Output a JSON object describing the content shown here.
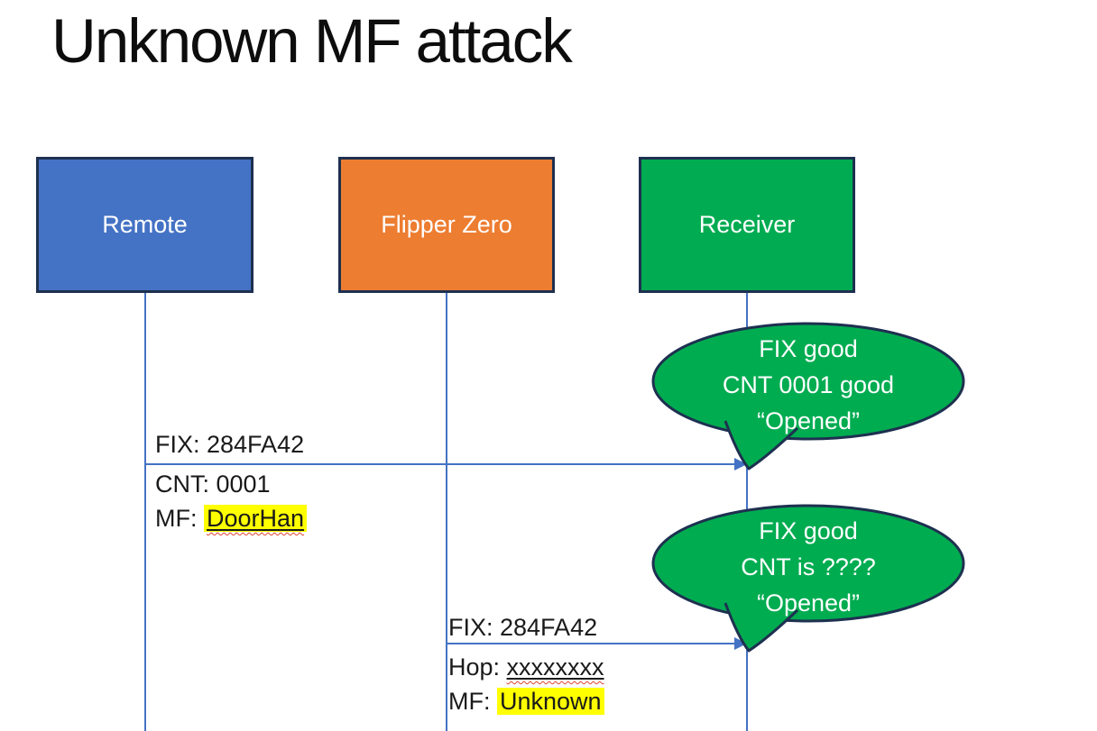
{
  "slide": {
    "title": "Unknown MF attack"
  },
  "actors": [
    {
      "label": "Remote",
      "color": "#4472C4"
    },
    {
      "label": "Flipper Zero",
      "color": "#ED7D31"
    },
    {
      "label": "Receiver",
      "color": "#00AB51"
    }
  ],
  "messages": [
    {
      "from": "Remote",
      "to": "Receiver",
      "label_above": "FIX: 284FA42",
      "labels_below": [
        {
          "prefix": "CNT: ",
          "value": "0001"
        },
        {
          "prefix": "MF: ",
          "value": "DoorHan"
        }
      ]
    },
    {
      "from": "Flipper Zero",
      "to": "Receiver",
      "label_above": "FIX: 284FA42",
      "labels_below": [
        {
          "prefix": "Hop: ",
          "value": "xxxxxxxx"
        },
        {
          "prefix": "MF: ",
          "value": "Unknown"
        }
      ]
    }
  ],
  "bubbles": [
    {
      "lines": [
        "FIX good",
        "CNT 0001 good",
        "“Opened”"
      ]
    },
    {
      "lines": [
        "FIX good",
        "CNT is ????",
        "“Opened”"
      ]
    }
  ],
  "colors": {
    "actor_remote": "#4472C4",
    "actor_flipper": "#ED7D31",
    "actor_receiver": "#00AB51",
    "bubble_fill": "#00AC50",
    "shape_border": "#1E3050",
    "line_blue": "#4472C4",
    "highlight_yellow": "#FFFF00",
    "squiggle_red": "#E0442E",
    "text_white": "#FFFFFF",
    "text_black": "#1A1A1A"
  }
}
